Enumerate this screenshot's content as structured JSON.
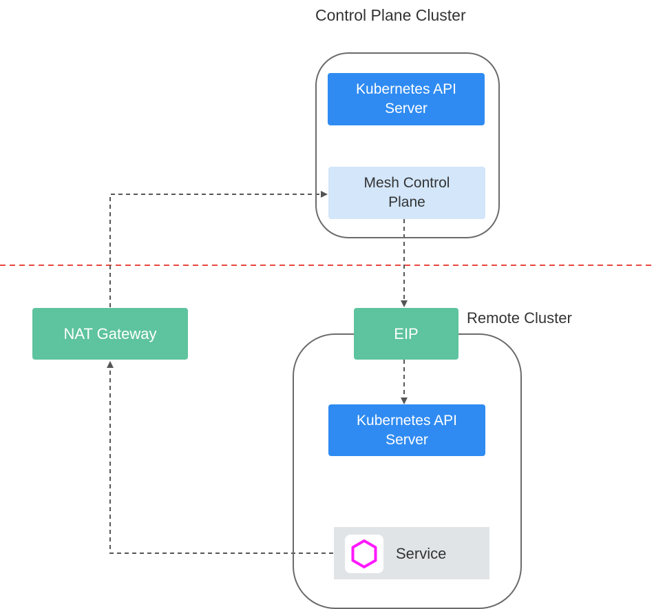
{
  "control_plane_cluster": {
    "title": "Control Plane Cluster",
    "kubernetes_api_server": "Kubernetes API\nServer",
    "mesh_control_plane": "Mesh Control\nPlane"
  },
  "remote_cluster": {
    "title": "Remote Cluster",
    "eip": "EIP",
    "kubernetes_api_server": "Kubernetes API\nServer",
    "service": "Service"
  },
  "nat_gateway": "NAT Gateway",
  "colors": {
    "kubernetes_box": "#2f8bf2",
    "mesh_box": "#d3e6fa",
    "gateway_box": "#5ec39f",
    "boundary_line": "#e8453c",
    "service_icon": "#ff19ff"
  },
  "icons": {
    "service": "hexagon-icon"
  }
}
